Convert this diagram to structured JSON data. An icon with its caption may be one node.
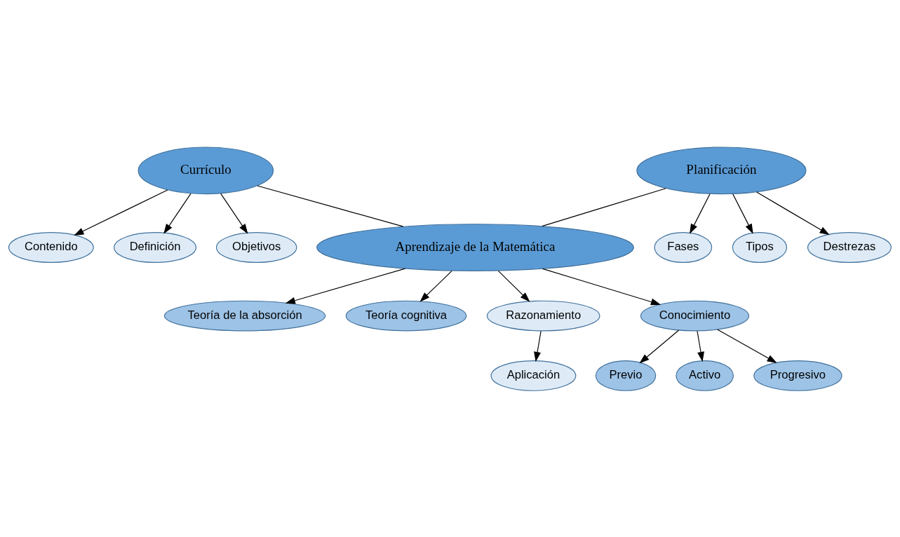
{
  "diagram": {
    "nodes": [
      {
        "text": [
          "Contenido"
        ]
      },
      {
        "text": [
          "Definición"
        ]
      },
      {
        "text": [
          "Fases"
        ]
      },
      {
        "text": [
          "Tipos"
        ]
      },
      {
        "text": [
          "Objetivos"
        ]
      },
      {
        "text": [
          "Currículo"
        ]
      },
      {
        "text": [
          "Planificación"
        ]
      },
      {
        "text": [
          "Destrezas"
        ]
      },
      {
        "text": [
          "Teoría de la absorción"
        ]
      },
      {
        "text": [
          "Aprendizaje de la Matemática"
        ]
      },
      {
        "text": [
          "Teoría cognitiva"
        ]
      },
      {
        "text": [
          "Previo"
        ]
      },
      {
        "text": [
          "Activo"
        ]
      },
      {
        "text": [
          "Razonamiento"
        ]
      },
      {
        "text": [
          "Conocimiento"
        ]
      },
      {
        "text": [
          "Progresivo"
        ]
      },
      {
        "text": [
          "Aplicación"
        ]
      }
    ],
    "edges": [
      {
        "from": 5,
        "to": 0,
        "arrow": "to"
      },
      {
        "from": 5,
        "to": 1,
        "arrow": "to"
      },
      {
        "from": 5,
        "to": 4,
        "arrow": "to"
      },
      {
        "from": 6,
        "to": 2,
        "arrow": "to"
      },
      {
        "from": 6,
        "to": 3,
        "arrow": "to"
      },
      {
        "from": 6,
        "to": 7,
        "arrow": "to"
      },
      {
        "from": 5,
        "to": 9,
        "arrow": "none"
      },
      {
        "from": 6,
        "to": 9,
        "arrow": "none"
      },
      {
        "from": 9,
        "to": 8,
        "arrow": "to"
      },
      {
        "from": 9,
        "to": 10,
        "arrow": "to"
      },
      {
        "from": 9,
        "to": 13,
        "arrow": "to"
      },
      {
        "from": 9,
        "to": 14,
        "arrow": "to"
      },
      {
        "from": 13,
        "to": 16,
        "arrow": "to"
      },
      {
        "from": 14,
        "to": 11,
        "arrow": "to"
      },
      {
        "from": 14,
        "to": 12,
        "arrow": "to"
      },
      {
        "from": 14,
        "to": 15,
        "arrow": "to"
      }
    ]
  }
}
